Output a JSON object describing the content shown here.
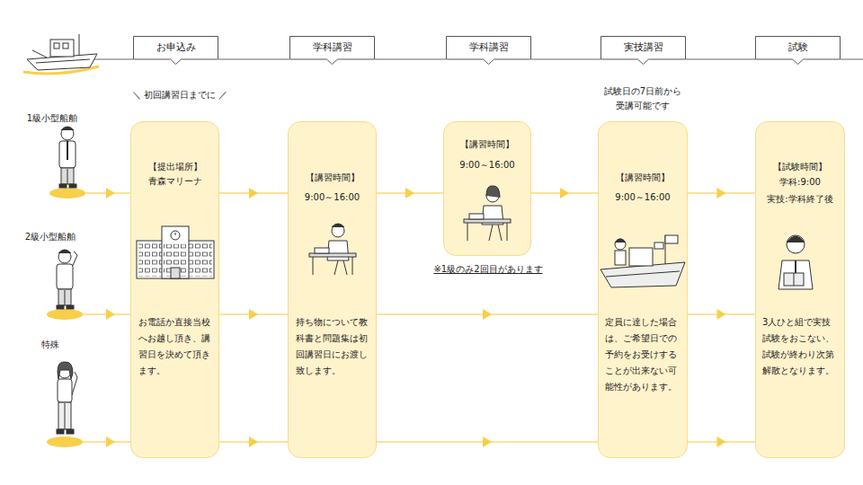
{
  "diagram": {
    "nodes": [
      {
        "text": [
          "お申込み"
        ]
      },
      {
        "text": [
          "学科講習"
        ]
      },
      {
        "text": [
          "学科講習"
        ]
      },
      {
        "text": [
          "実技講習"
        ]
      },
      {
        "text": [
          "試験"
        ]
      },
      {
        "text": [
          "【提出場所】",
          "青森マリーナ",
          "お電話か直接当校へお越し頂き、講習日を決めて頂きます。"
        ]
      },
      {
        "text": [
          "【講習時間】",
          "9:00～16:00",
          "持ち物について教科書と問題集は初回講習日にお渡し致します。"
        ]
      },
      {
        "text": [
          "【講習時間】",
          "9:00～16:00"
        ]
      },
      {
        "text": [
          "【講習時間】",
          "9:00～16:00",
          "定員に達した場合は、ご希望日での予約をお受けすることが出来ない可能性があります。"
        ]
      },
      {
        "text": [
          "【試験時間】",
          "学科:9:00",
          "実技:学科終了後",
          "3人ひと組で実技試験をおこない、試験が終わり次第解散となります。"
        ]
      }
    ],
    "edges": [
      {
        "from": 0,
        "to": 1,
        "arrow": "none"
      },
      {
        "from": 1,
        "to": 2,
        "arrow": "none"
      },
      {
        "from": 2,
        "to": 3,
        "arrow": "none"
      },
      {
        "from": 3,
        "to": 4,
        "arrow": "none"
      },
      {
        "from": 5,
        "to": 6,
        "arrow": "to"
      },
      {
        "from": 6,
        "to": 7,
        "arrow": "to"
      },
      {
        "from": 7,
        "to": 8,
        "arrow": "to"
      },
      {
        "from": 8,
        "to": 9,
        "arrow": "to"
      },
      {
        "from": 5,
        "to": 6,
        "arrow": "to"
      },
      {
        "from": 6,
        "to": 8,
        "arrow": "to"
      },
      {
        "from": 8,
        "to": 9,
        "arrow": "to"
      },
      {
        "from": 5,
        "to": 6,
        "arrow": "to"
      },
      {
        "from": 6,
        "to": 8,
        "arrow": "to"
      },
      {
        "from": 8,
        "to": 9,
        "arrow": "to"
      }
    ],
    "labels": [
      "＼ 初回講習日までに ／",
      "試験日の7日前から受講可能です",
      "※1級のみ2回目があります",
      "1級小型船舶",
      "2級小型船舶",
      "特殊"
    ]
  }
}
